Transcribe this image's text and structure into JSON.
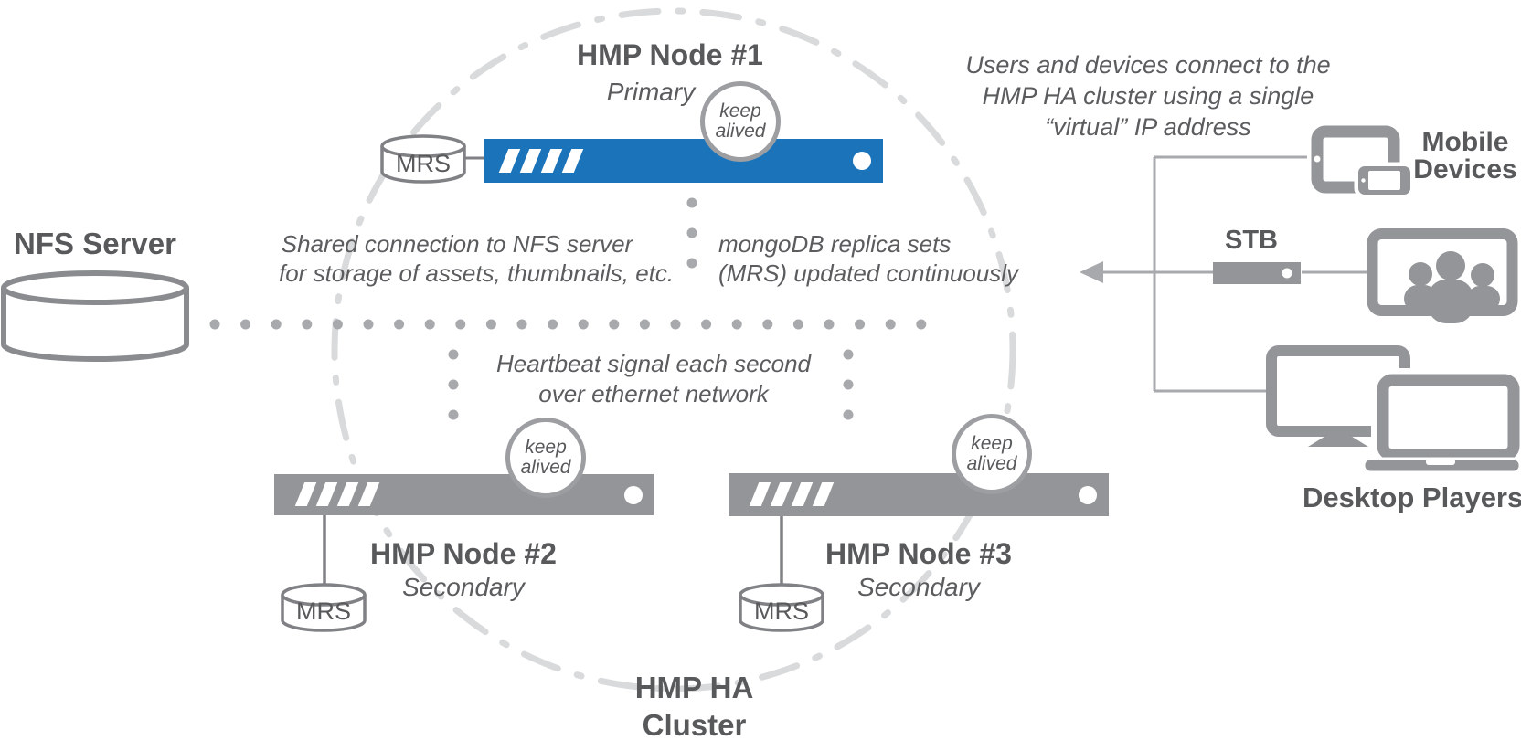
{
  "colors": {
    "accent_blue": "#1b74ba",
    "device_gray": "#939598",
    "line_gray": "#a7a9ac",
    "dash_circle_gray": "#d9dadb",
    "cylinder_stroke_gray": "#898b8e",
    "text_dark": "#58595b"
  },
  "cluster": {
    "label_lines": [
      "HMP HA",
      "Cluster"
    ]
  },
  "badge": {
    "lines": [
      "keep",
      "alived"
    ]
  },
  "nfs": {
    "label": "NFS Server"
  },
  "mrs_label": "MRS",
  "nodes": [
    {
      "title": "HMP Node #1",
      "role": "Primary"
    },
    {
      "title": "HMP Node #2",
      "role": "Secondary"
    },
    {
      "title": "HMP Node #3",
      "role": "Secondary"
    }
  ],
  "notes": {
    "virtual_ip": [
      "Users and devices connect to the",
      "HMP HA cluster using a single",
      "“virtual” IP address"
    ],
    "nfs_shared": [
      "Shared connection to NFS server",
      "for storage of assets, thumbnails, etc."
    ],
    "mongo": [
      "mongoDB replica sets",
      "(MRS)  updated continuously"
    ],
    "heartbeat": [
      "Heartbeat signal each second",
      "over ethernet network"
    ]
  },
  "devices": {
    "mobile_lines": [
      "Mobile",
      "Devices"
    ],
    "stb": "STB",
    "desktop": "Desktop Players"
  }
}
